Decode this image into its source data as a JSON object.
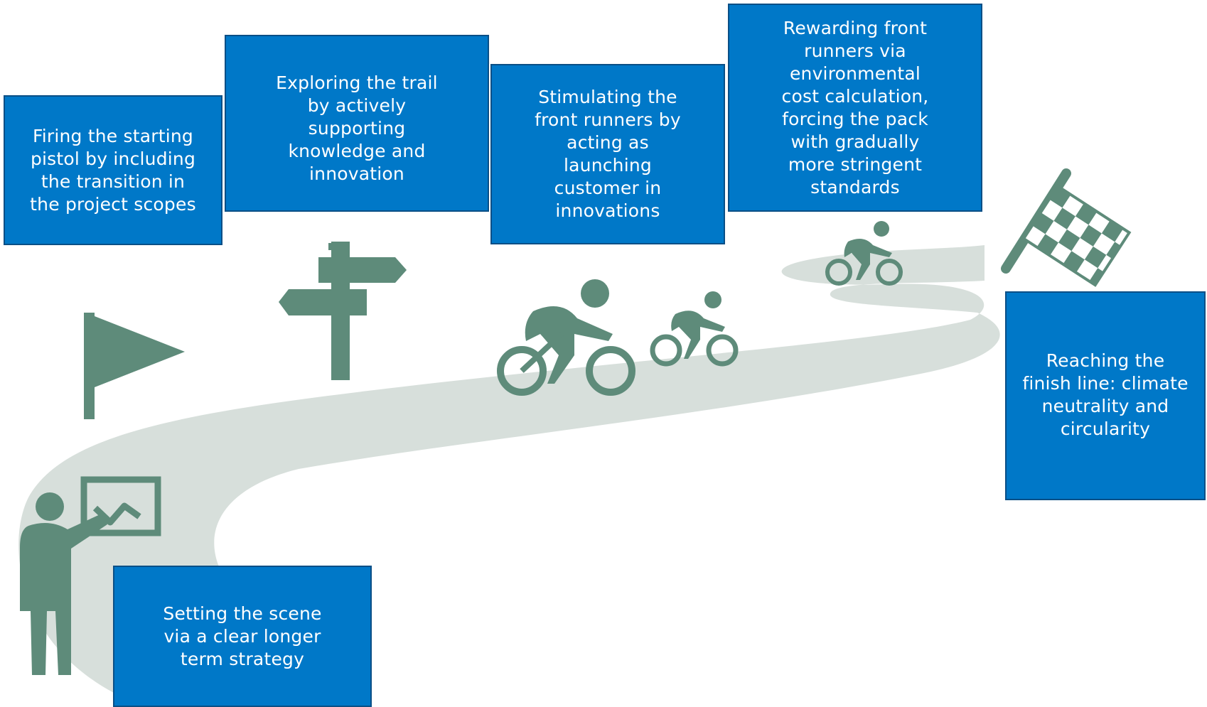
{
  "colors": {
    "box_fill": "#0078c8",
    "box_border": "#0a4f86",
    "icon": "#5e8b7a",
    "road": "#d7dfdb",
    "text": "#ffffff"
  },
  "steps": [
    {
      "label": "Setting  the scene\nvia a clear longer\nterm strategy",
      "icon": "presenter-icon"
    },
    {
      "label": "Firing the starting\npistol by including\nthe transition in\nthe project scopes",
      "icon": "start-flag-icon"
    },
    {
      "label": "Exploring the trail\nby actively\nsupporting\nknowledge and\ninnovation",
      "icon": "signpost-icon"
    },
    {
      "label": "Stimulating the\nfront runners by\nacting as\nlaunching\ncustomer in\ninnovations",
      "icon": "cyclists-icon"
    },
    {
      "label": "Rewarding front\nrunners via\nenvironmental\ncost calculation,\nforcing the pack\nwith gradually\nmore stringent\nstandards",
      "icon": "cyclist-icon"
    },
    {
      "label": "Reaching the\nfinish line: climate\nneutrality and\ncircularity",
      "icon": "checkered-flag-icon"
    }
  ]
}
